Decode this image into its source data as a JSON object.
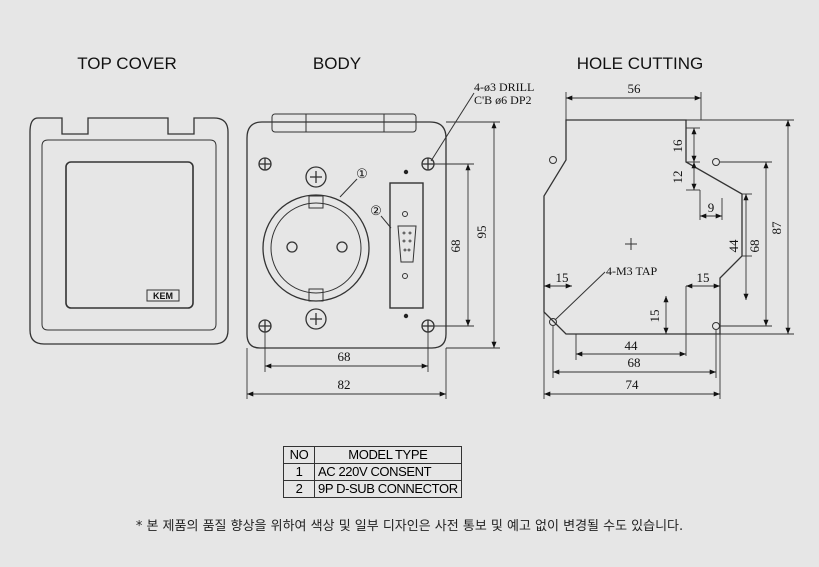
{
  "titles": {
    "top_cover": "TOP COVER",
    "body": "BODY",
    "hole_cutting": "HOLE CUTTING"
  },
  "top_cover": {
    "brand": "KEM"
  },
  "body": {
    "callout_1": "①",
    "callout_2": "②",
    "drill_note_line1": "4-ø3 DRILL",
    "drill_note_line2": "C'B ø6 DP2",
    "dim_inner_width": "68",
    "dim_outer_width": "82",
    "dim_inner_height": "68",
    "dim_outer_height": "95"
  },
  "hole_cutting": {
    "dim_top_width": "56",
    "dim_16": "16",
    "dim_12": "12",
    "dim_9": "9",
    "dim_44_v": "44",
    "dim_68_v": "68",
    "dim_87_v": "87",
    "tap_note": "4-M3 TAP",
    "dim_15_left": "15",
    "dim_15_right": "15",
    "dim_15_v": "15",
    "dim_44_h": "44",
    "dim_68_h": "68",
    "dim_74_h": "74"
  },
  "model_table": {
    "headers": [
      "NO",
      "MODEL TYPE"
    ],
    "rows": [
      {
        "no": "1",
        "model": "AC 220V CONSENT"
      },
      {
        "no": "2",
        "model": "9P D-SUB CONNECTOR"
      }
    ]
  },
  "footnote": "* 본 제품의 품질 향상을 위하여 색상 및 일부 디자인은 사전 통보 및 예고 없이 변경될 수도 있습니다."
}
